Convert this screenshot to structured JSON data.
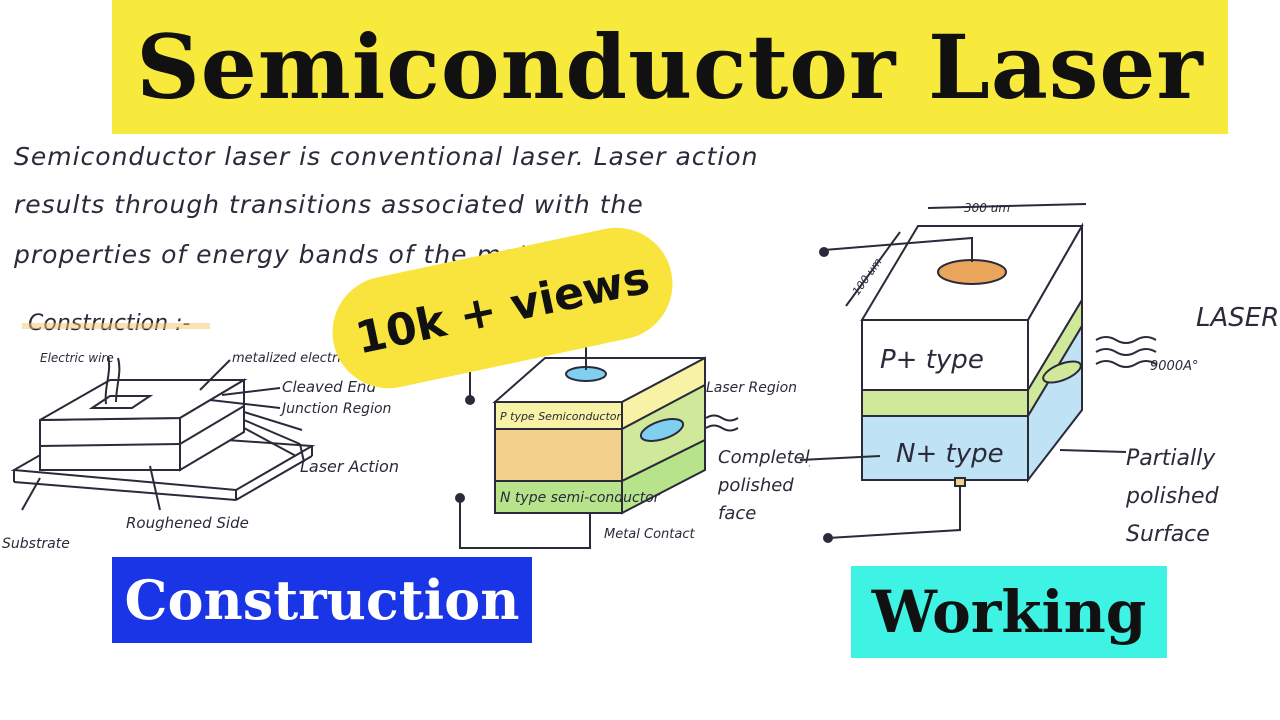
{
  "title": "Semiconductor Laser",
  "intro_lines": [
    "Semiconductor laser is conventional laser. Laser action",
    "results through transitions associated with the",
    "properties of energy bands of the materials."
  ],
  "views_badge": "10k + views",
  "section_badges": {
    "construction": "Construction",
    "working": "Working"
  },
  "left_diagram": {
    "heading": "Construction :-",
    "labels": {
      "electric_wire": "Electric wire",
      "metalized_contact": "metalized electrical Contact",
      "cleaved_end": "Cleaved End",
      "junction_region": "Junction Region",
      "laser_action": "Laser Action",
      "substrate": "Substrate",
      "roughened_side": "Roughened Side"
    }
  },
  "middle_diagram": {
    "p_layer": "P type Semiconductor",
    "n_layer": "N type semi-conductor",
    "laser_region": "Laser Region",
    "metal_contact": "Metal Contact"
  },
  "right_diagram": {
    "width_dim": "300 um",
    "depth_dim": "100 um",
    "p_layer": "P+ type",
    "n_layer": "N+ type",
    "laser_label": "LASER",
    "wavelength": "9000A°",
    "left_note": "Completely polished face",
    "right_note": "Partially polished Surface"
  },
  "colors": {
    "title_bg": "#f8ea3c",
    "construction_bg": "#1a35e6",
    "working_bg": "#3ef2e4",
    "views_bg": "#f8e43c",
    "p_layer": "#f7f2a6",
    "junction": "#cfe89a",
    "n_layer": "#f2cf8a",
    "n_layer_green": "#b7e48a",
    "n_plus_layer": "#bfe2f4",
    "contact_orange": "#e9a65a"
  }
}
